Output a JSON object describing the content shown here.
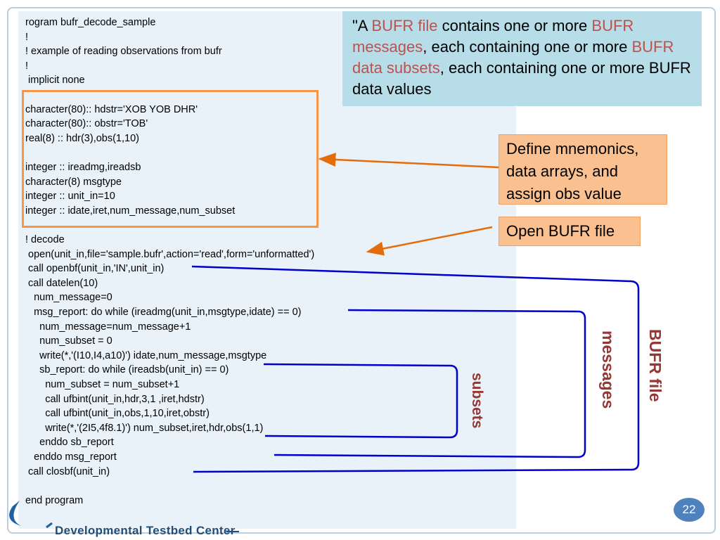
{
  "code_lines": [
    "rogram bufr_decode_sample",
    "!",
    "! example of reading observations from bufr",
    "!",
    " implicit none",
    "",
    "character(80):: hdstr='XOB YOB DHR'",
    "character(80):: obstr='TOB'",
    "real(8) :: hdr(3),obs(1,10)",
    "",
    "integer :: ireadmg,ireadsb",
    "character(8) msgtype",
    "integer :: unit_in=10",
    "integer :: idate,iret,num_message,num_subset",
    "",
    "! decode",
    " open(unit_in,file='sample.bufr',action='read',form='unformatted')",
    " call openbf(unit_in,'IN',unit_in)",
    " call datelen(10)",
    "   num_message=0",
    "   msg_report: do while (ireadmg(unit_in,msgtype,idate) == 0)",
    "     num_message=num_message+1",
    "     num_subset = 0",
    "     write(*,'(I10,I4,a10)') idate,num_message,msgtype",
    "     sb_report: do while (ireadsb(unit_in) == 0)",
    "       num_subset = num_subset+1",
    "       call ufbint(unit_in,hdr,3,1 ,iret,hdstr)",
    "       call ufbint(unit_in,obs,1,10,iret,obstr)",
    "       write(*,'(2I5,4f8.1)') num_subset,iret,hdr,obs(1,1)",
    "     enddo sb_report",
    "   enddo msg_report",
    " call closbf(unit_in)",
    "",
    "end program"
  ],
  "quote": {
    "p1": "\"A ",
    "r1": "BUFR file",
    "p2": " contains one or more ",
    "r2": "BUFR messages",
    "p3": ", each containing one or more ",
    "r3": "BUFR data subsets",
    "p4": ", each containing one or more BUFR data values"
  },
  "callouts": {
    "define": "Define mnemonics, data arrays, and assign obs value",
    "open": "Open BUFR file"
  },
  "labels": {
    "subsets": "subsets",
    "messages": "messages",
    "bufr_file": "BUFR file"
  },
  "page_number": "22",
  "footer": "Developmental Testbed Center",
  "colors": {
    "accent_red": "#c0504d",
    "label_red": "#953735",
    "bracket_blue": "#0000cc",
    "arrow_orange": "#e46c0a",
    "callout_fill": "#fac090",
    "quote_fill": "#b6dde8"
  }
}
